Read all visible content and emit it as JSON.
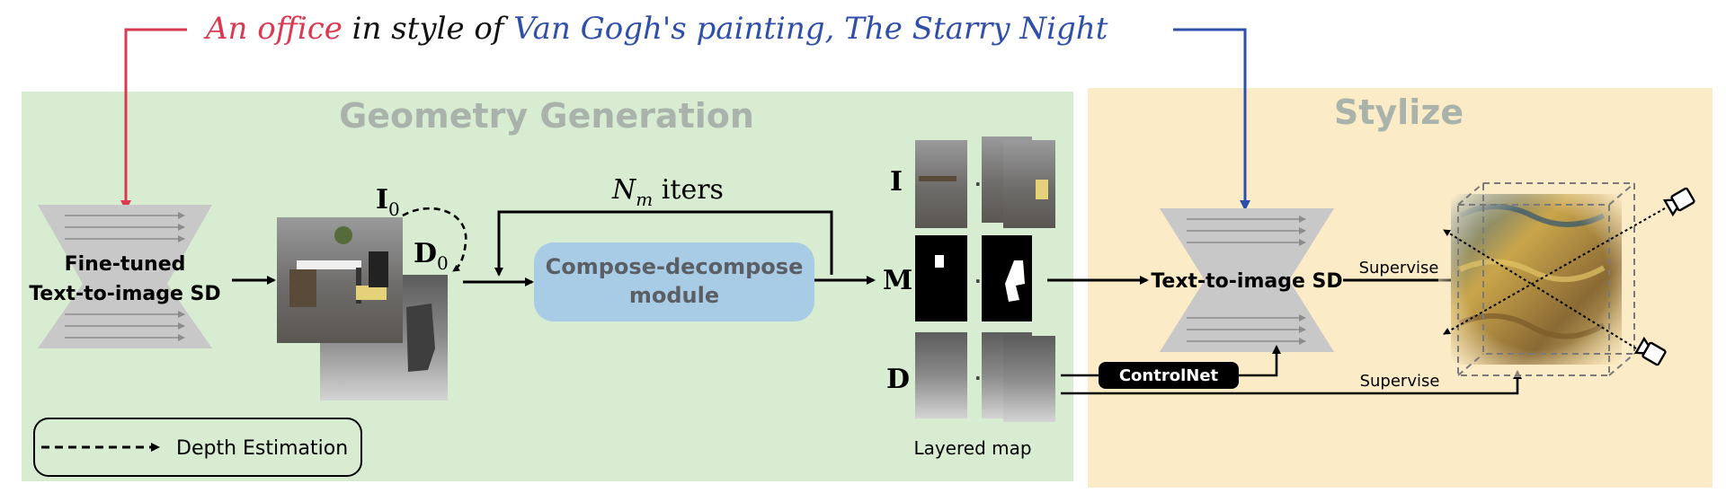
{
  "prompt": {
    "part1": "An office",
    "part2": " in style of ",
    "part3": "Van Gogh's painting, The Starry Night",
    "color_content": "#d93a52",
    "color_style": "#2f4fa8",
    "color_text": "#111111"
  },
  "sections": {
    "geometry": "Geometry Generation",
    "stylize": "Stylize",
    "geometry_bg": "#d8ecd2",
    "stylize_bg": "#fcebc7",
    "title_color": "#a9b3ab"
  },
  "sd_left": {
    "line1": "Fine-tuned",
    "line2": "Text-to-image SD"
  },
  "sd_right": {
    "line1": "Text-to-image SD"
  },
  "module": {
    "line1": "Compose-decompose",
    "line2": "module",
    "fill": "#a9cce6"
  },
  "loop": {
    "label": "N",
    "sub": "m",
    "suffix": " iters"
  },
  "init": {
    "i": "I",
    "i_sub": "0",
    "d": "D",
    "d_sub": "0"
  },
  "layers": {
    "i": "I",
    "m": "M",
    "d": "D",
    "caption": "Layered map"
  },
  "controlnet": "ControlNet",
  "supervise": [
    "Supervise",
    "Supervise"
  ],
  "legend": {
    "label": "Depth Estimation"
  },
  "icons": [
    "camera-icon",
    "camera-icon"
  ]
}
